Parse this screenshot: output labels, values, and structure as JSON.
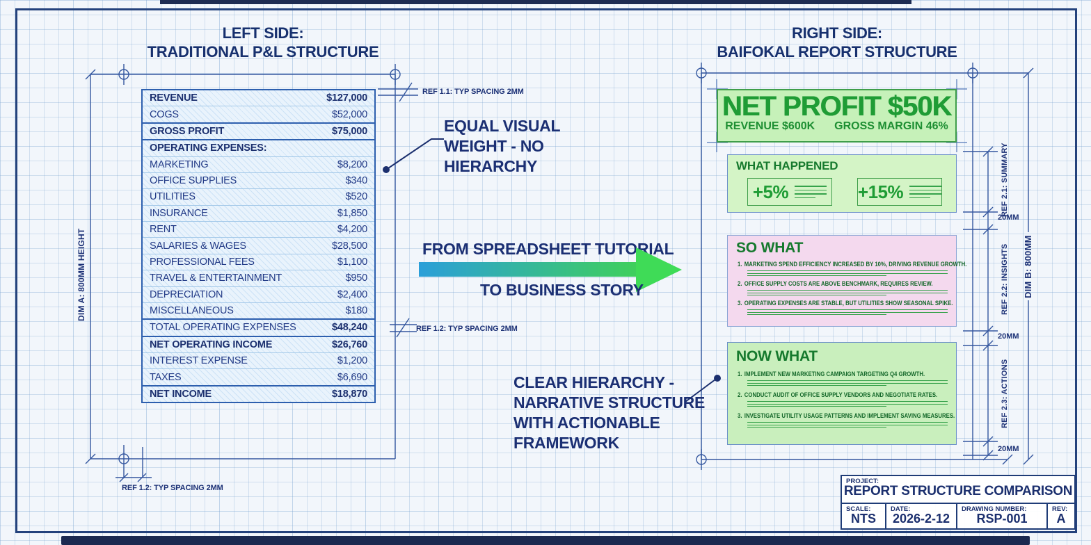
{
  "drawing": {
    "left": {
      "title1": "LEFT SIDE:",
      "title2": "TRADITIONAL P&L STRUCTURE",
      "dim_a": "DIM A: 800MM HEIGHT",
      "ref_spacing_bottom": "REF 1.2: TYP SPACING 2MM",
      "table_rows": [
        {
          "label": "REVENUE",
          "value": "$127,000",
          "lb": true,
          "vb": true
        },
        {
          "label": "COGS",
          "value": "$52,000"
        },
        {
          "label": "GROSS PROFIT",
          "value": "$75,000",
          "lb": true,
          "vb": true,
          "sep": true
        },
        {
          "label": "OPERATING EXPENSES:",
          "value": "",
          "lb": true,
          "sep": true
        },
        {
          "label": "MARKETING",
          "value": "$8,200"
        },
        {
          "label": "OFFICE SUPPLIES",
          "value": "$340"
        },
        {
          "label": "UTILITIES",
          "value": "$520"
        },
        {
          "label": "INSURANCE",
          "value": "$1,850"
        },
        {
          "label": "RENT",
          "value": "$4,200"
        },
        {
          "label": "SALARIES & WAGES",
          "value": "$28,500"
        },
        {
          "label": "PROFESSIONAL FEES",
          "value": "$1,100"
        },
        {
          "label": "TRAVEL & ENTERTAINMENT",
          "value": "$950"
        },
        {
          "label": "DEPRECIATION",
          "value": "$2,400"
        },
        {
          "label": "MISCELLANEOUS",
          "value": "$180"
        },
        {
          "label": "TOTAL OPERATING EXPENSES",
          "value": "$48,240",
          "vb": true,
          "sep": true
        },
        {
          "label": "NET OPERATING INCOME",
          "value": "$26,760",
          "lb": true,
          "vb": true,
          "sep": true
        },
        {
          "label": "INTEREST EXPENSE",
          "value": "$1,200"
        },
        {
          "label": "TAXES",
          "value": "$6,690"
        },
        {
          "label": "NET INCOME",
          "value": "$18,870",
          "lb": true,
          "vb": true,
          "sep": true
        }
      ]
    },
    "center": {
      "ref_11": "REF 1.1: TYP SPACING 2MM",
      "ref_12": "REF 1.2: TYP SPACING 2MM",
      "note_top": [
        "EQUAL VISUAL",
        "WEIGHT - NO",
        "HIERARCHY"
      ],
      "arrow_top": "FROM SPREADSHEET TUTORIAL",
      "arrow_bottom": "TO BUSINESS STORY",
      "note_bottom": [
        "CLEAR HIERARCHY -",
        "NARRATIVE STRUCTURE",
        "WITH ACTIONABLE",
        "FRAMEWORK"
      ]
    },
    "right": {
      "title1": "RIGHT SIDE:",
      "title2": "BAIFOKAL REPORT STRUCTURE",
      "hero": {
        "headline": "NET PROFIT $50K",
        "stat1": "REVENUE $600K",
        "stat2": "GROSS MARGIN 46%"
      },
      "what_happened": {
        "heading": "WHAT HAPPENED",
        "cards": [
          {
            "pct": "+5%"
          },
          {
            "pct": "+15%"
          }
        ]
      },
      "so_what": {
        "heading": "SO WHAT",
        "items": [
          {
            "num": "1.",
            "text": "MARKETING SPEND EFFICIENCY INCREASED BY 10%, DRIVING REVENUE GROWTH."
          },
          {
            "num": "2.",
            "text": "OFFICE SUPPLY COSTS ARE ABOVE BENCHMARK, REQUIRES REVIEW."
          },
          {
            "num": "3.",
            "text": "OPERATING EXPENSES ARE STABLE, BUT UTILITIES SHOW SEASONAL SPIKE."
          }
        ]
      },
      "now_what": {
        "heading": "NOW WHAT",
        "items": [
          {
            "num": "1.",
            "text": "IMPLEMENT NEW MARKETING CAMPAIGN TARGETING Q4 GROWTH."
          },
          {
            "num": "2.",
            "text": "CONDUCT AUDIT OF OFFICE SUPPLY VENDORS AND NEGOTIATE RATES."
          },
          {
            "num": "3.",
            "text": "INVESTIGATE UTILITY USAGE PATTERNS AND IMPLEMENT SAVING MEASURES."
          }
        ]
      },
      "dims": {
        "ref_21": "REF 2.1: SUMMARY",
        "ref_22": "REF 2.2: INSIGHTS",
        "ref_23": "REF 2.3: ACTIONS",
        "gap_1": "20MM",
        "gap_2": "20MM",
        "gap_3": "20MM",
        "dim_b": "DIM B: 800MM"
      }
    },
    "title_block": {
      "project_label": "PROJECT:",
      "project": "REPORT STRUCTURE COMPARISON",
      "fields": [
        {
          "label": "SCALE:",
          "value": "NTS"
        },
        {
          "label": "DATE:",
          "value": "2026-2-12"
        },
        {
          "label": "DRAWING NUMBER:",
          "value": "RSP-001"
        },
        {
          "label": "REV:",
          "value": "A"
        }
      ]
    },
    "colors": {
      "ink": "#1b2f6e",
      "dim_line": "#34579f",
      "green_text": "#1f9c35",
      "green_box": "#c9efbd",
      "pink_box": "#f4d9ee",
      "arrow_blue": "#2b9fd9",
      "arrow_green": "#3fdb57"
    }
  }
}
